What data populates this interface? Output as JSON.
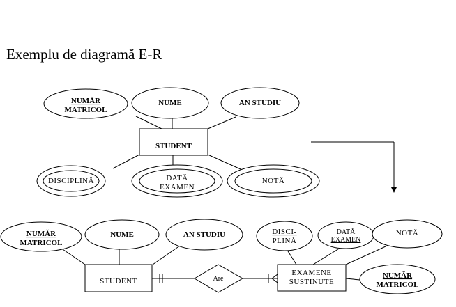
{
  "title": "Exemplu de diagramă E-R",
  "top": {
    "entity": "STUDENT",
    "attr_numar_line1": "NUMĂR",
    "attr_numar_line2": "MATRICOL",
    "attr_nume": "NUME",
    "attr_an_studiu": "AN STUDIU",
    "multi_disciplina": "DISCIPLINĂ",
    "multi_data_line1": "DATĂ",
    "multi_data_line2": "EXAMEN",
    "multi_nota": "NOTĂ"
  },
  "bottom": {
    "entity_student": "STUDENT",
    "attr_numar_line1": "NUMĂR",
    "attr_numar_line2": "MATRICOL",
    "attr_nume": "NUME",
    "attr_an_studiu": "AN STUDIU",
    "relationship": "Are",
    "entity_exam_line1": "EXAMENE",
    "entity_exam_line2": "SUSTINUTE",
    "attr_disc_line1": "DISCI-",
    "attr_disc_line2": "PLINĂ",
    "attr_data_line1": "DATĂ",
    "attr_data_line2": "EXAMEN",
    "attr_nota": "NOTĂ",
    "attr_exam_numar_line1": "NUMĂR",
    "attr_exam_numar_line2": "MATRICOL"
  }
}
